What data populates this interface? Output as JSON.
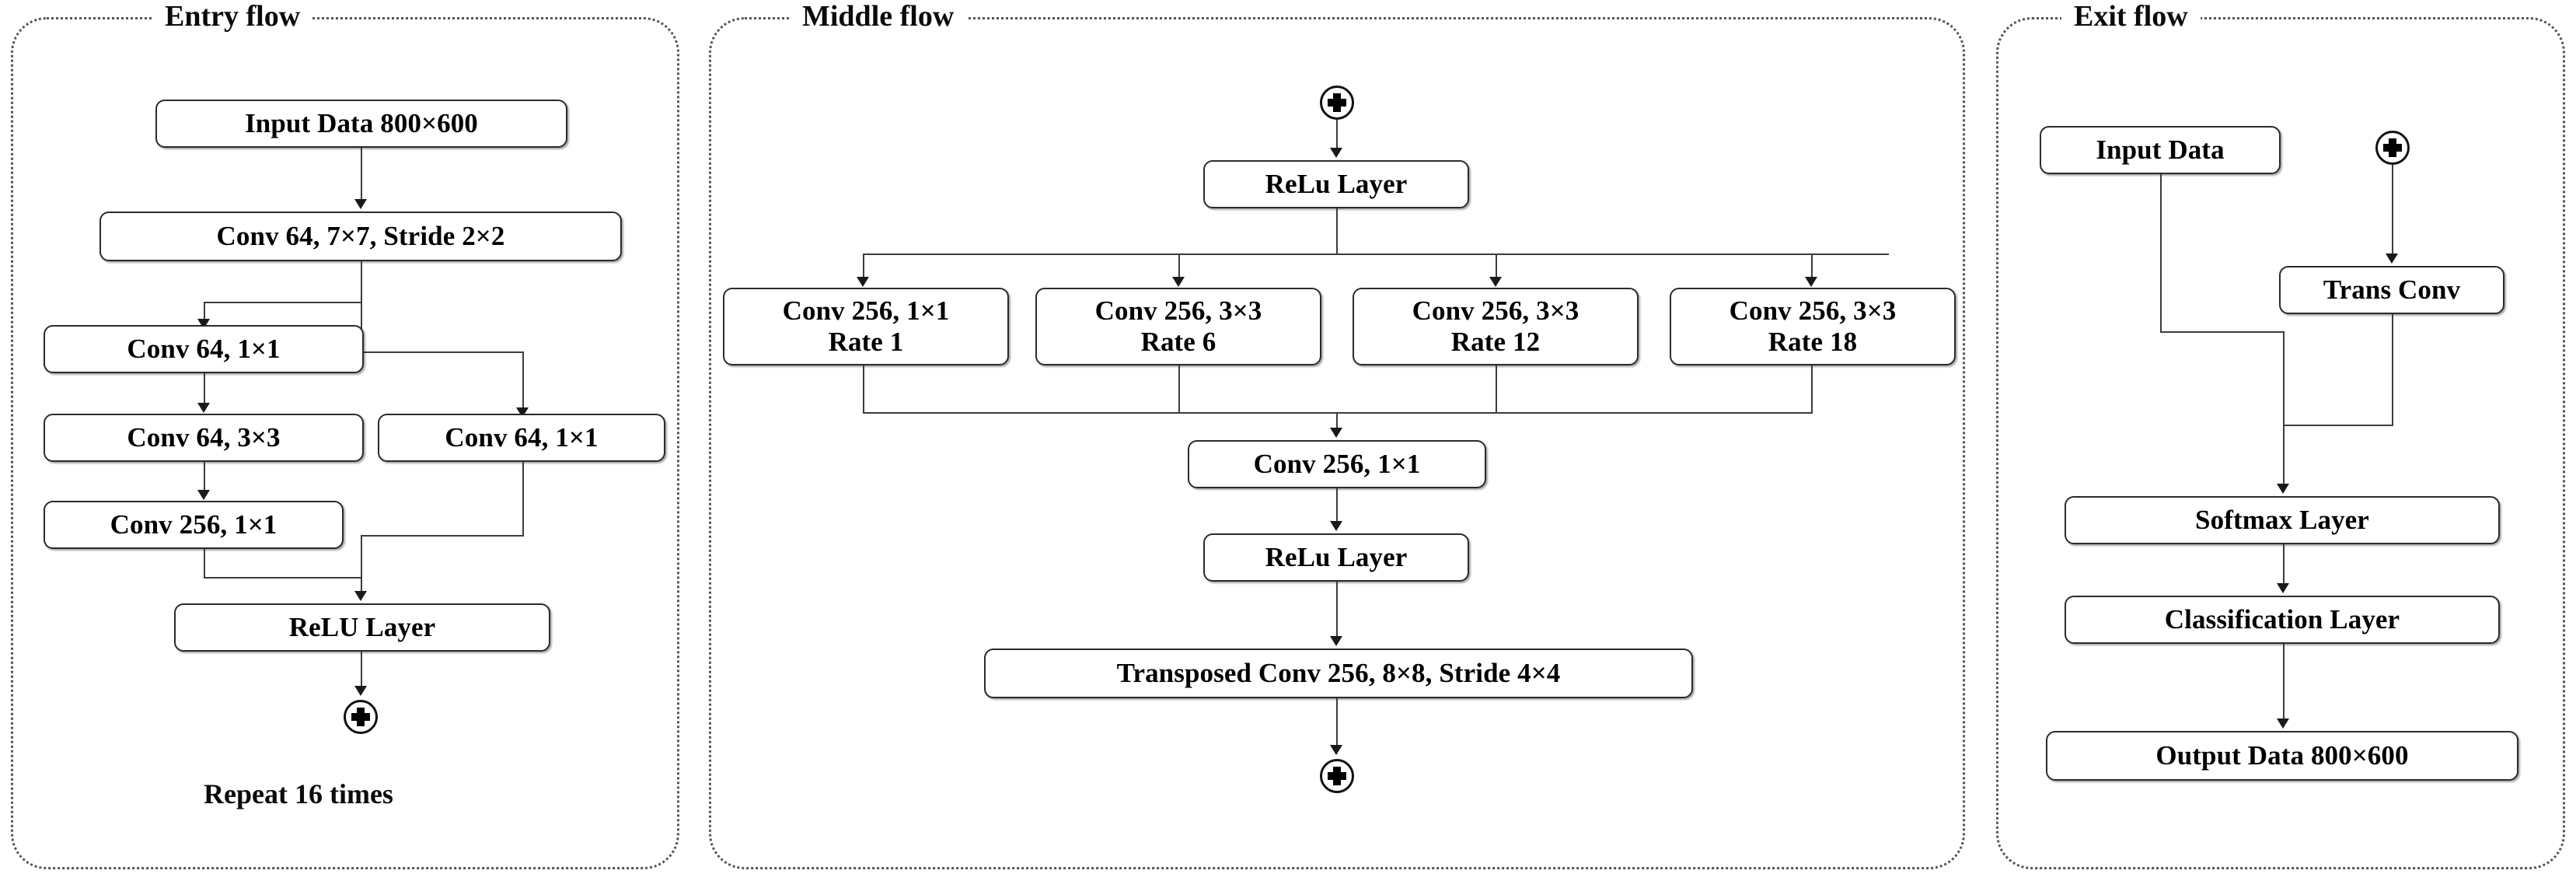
{
  "diagram": {
    "title": "CNN architecture flow diagram",
    "background_color": "#ffffff",
    "box_border_color": "#2b2b2b",
    "panel_border_color": "#555555",
    "connector_color": "#3c3c3c"
  },
  "panels": [
    {
      "key": "entry",
      "title": "Entry flow"
    },
    {
      "key": "middle",
      "title": "Middle flow"
    },
    {
      "key": "exit",
      "title": "Exit flow"
    }
  ],
  "entry_flow": {
    "title": "Entry flow",
    "nodes": [
      {
        "id": "input",
        "label": "Input Data 800×600"
      },
      {
        "id": "conv7x7",
        "label": "Conv 64, 7×7, Stride 2×2"
      },
      {
        "id": "conv1x1_a",
        "label": "Conv 64, 1×1"
      },
      {
        "id": "conv3x3",
        "label": "Conv 64, 3×3"
      },
      {
        "id": "conv1x1_b",
        "label": "Conv 64, 1×1"
      },
      {
        "id": "conv256",
        "label": "Conv 256, 1×1"
      },
      {
        "id": "relu",
        "label": "ReLU Layer"
      }
    ],
    "add_node": {
      "id": "entry-add",
      "icon": "plus-circle-icon"
    },
    "caption": "Repeat 16 times"
  },
  "middle_flow": {
    "title": "Middle flow",
    "add_node_top": {
      "id": "middle-add-top",
      "icon": "plus-circle-icon"
    },
    "nodes": [
      {
        "id": "relu_top",
        "label": "ReLu Layer"
      },
      {
        "id": "aspp_1",
        "line1": "Conv 256, 1×1",
        "line2": "Rate 1"
      },
      {
        "id": "aspp_6",
        "line1": "Conv 256, 3×3",
        "line2": "Rate 6"
      },
      {
        "id": "aspp_12",
        "line1": "Conv 256, 3×3",
        "line2": "Rate 12"
      },
      {
        "id": "aspp_18",
        "line1": "Conv 256, 3×3",
        "line2": "Rate 18"
      },
      {
        "id": "conv256",
        "label": "Conv 256, 1×1"
      },
      {
        "id": "relu_bot",
        "label": "ReLu Layer"
      },
      {
        "id": "transconv",
        "label": "Transposed Conv 256, 8×8, Stride 4×4"
      }
    ],
    "add_node_bottom": {
      "id": "middle-add-bottom",
      "icon": "plus-circle-icon"
    }
  },
  "exit_flow": {
    "title": "Exit flow",
    "add_node": {
      "id": "exit-add",
      "icon": "plus-circle-icon"
    },
    "nodes": [
      {
        "id": "input",
        "label": "Input Data"
      },
      {
        "id": "transconv",
        "label": "Trans Conv"
      },
      {
        "id": "softmax",
        "label": "Softmax Layer"
      },
      {
        "id": "classify",
        "label": "Classification Layer"
      },
      {
        "id": "output",
        "label": "Output Data 800×600"
      }
    ]
  },
  "chart_data": {
    "type": "diagram",
    "title": "CNN architecture: Entry flow / Middle flow / Exit flow",
    "sections": [
      {
        "name": "Entry flow",
        "blocks": [
          "Input Data 800×600",
          "Conv 64, 7×7, Stride 2×2",
          "Conv 64, 1×1",
          "Conv 64, 3×3",
          "Conv 64, 1×1",
          "Conv 256, 1×1",
          "ReLU Layer",
          "⊕"
        ],
        "annotation": "Repeat 16 times"
      },
      {
        "name": "Middle flow",
        "blocks": [
          "⊕",
          "ReLu Layer",
          "Conv 256, 1×1 Rate 1",
          "Conv 256, 3×3 Rate 6",
          "Conv 256, 3×3 Rate 12",
          "Conv 256, 3×3 Rate 18",
          "Conv 256, 1×1",
          "ReLu Layer",
          "Transposed Conv 256, 8×8, Stride 4×4",
          "⊕"
        ]
      },
      {
        "name": "Exit flow",
        "blocks": [
          "Input Data",
          "⊕",
          "Trans Conv",
          "Softmax Layer",
          "Classification Layer",
          "Output Data 800×600"
        ]
      }
    ]
  }
}
